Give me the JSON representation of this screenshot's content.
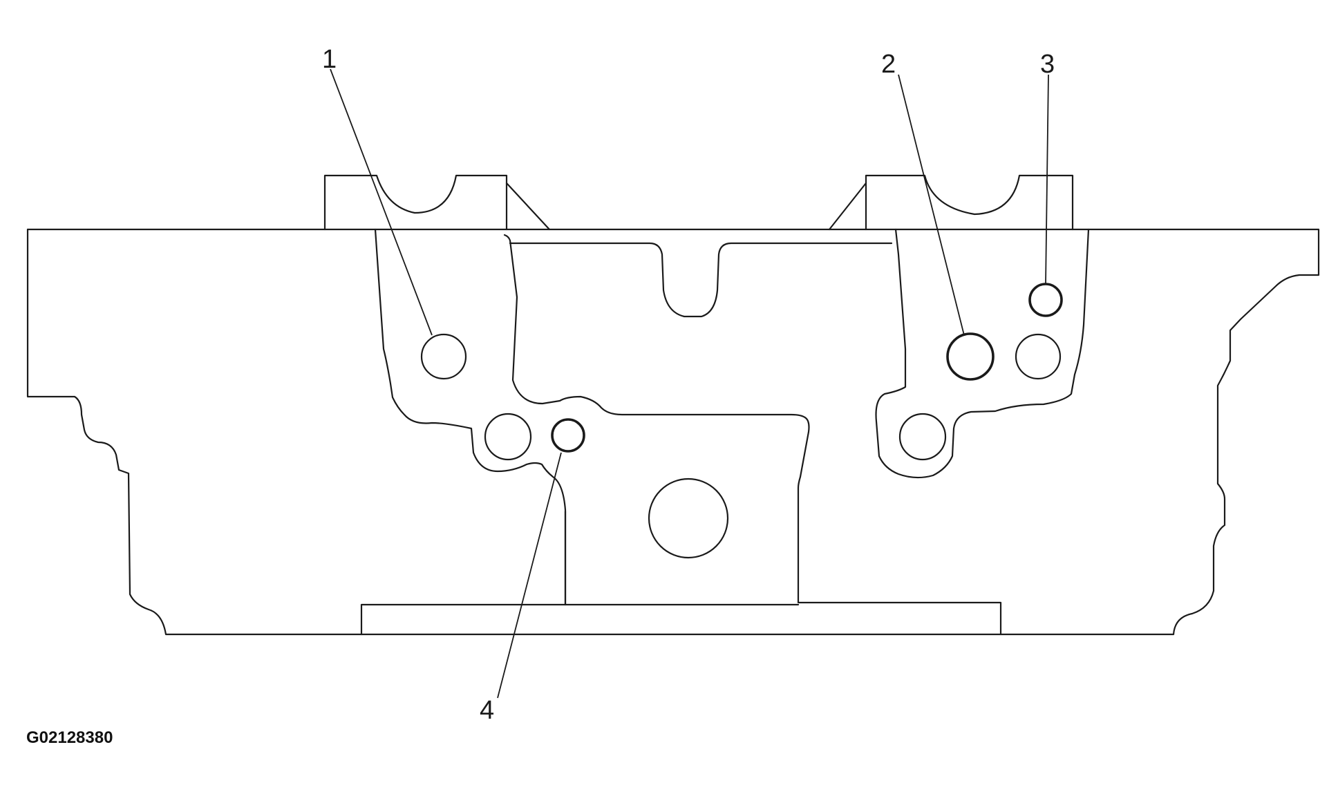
{
  "callouts": {
    "c1": "1",
    "c2": "2",
    "c3": "3",
    "c4": "4"
  },
  "figure_id": "G02128380",
  "colors": {
    "line": "#1a1a1a",
    "background": "#ffffff"
  }
}
